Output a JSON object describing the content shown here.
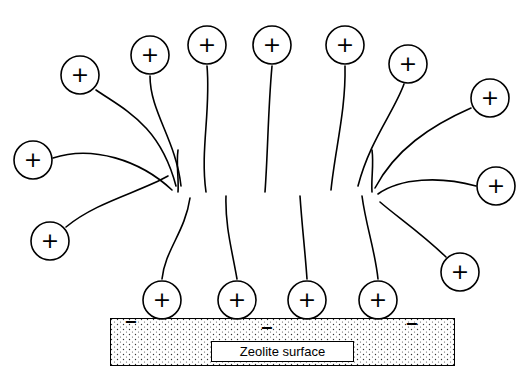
{
  "diagram": {
    "nodes": [
      {
        "text": [
          "+"
        ]
      },
      {
        "text": [
          "+"
        ]
      },
      {
        "text": [
          "+"
        ]
      },
      {
        "text": [
          "+"
        ]
      },
      {
        "text": [
          "+"
        ]
      },
      {
        "text": [
          "+"
        ]
      },
      {
        "text": [
          "+"
        ]
      },
      {
        "text": [
          "+"
        ]
      },
      {
        "text": [
          "+"
        ]
      },
      {
        "text": [
          "+"
        ]
      },
      {
        "text": [
          "+"
        ]
      },
      {
        "text": [
          "+"
        ]
      },
      {
        "text": [
          "+"
        ]
      },
      {
        "text": [
          "+"
        ]
      },
      {
        "text": [
          "+"
        ]
      },
      {
        "text": [
          "Zeolite surface"
        ]
      }
    ],
    "labels": [
      "−",
      "−",
      "−"
    ]
  }
}
